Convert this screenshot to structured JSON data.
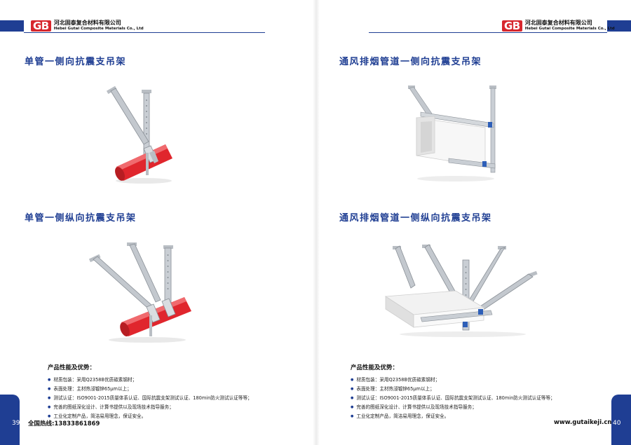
{
  "company": {
    "logo_text": "GB",
    "name_cn": "河北固泰复合材料有限公司",
    "name_en": "Hebei Gutai Composite Materials Co., Ltd"
  },
  "sections": {
    "single_lateral": "单管一侧向抗震支吊架",
    "duct_lateral": "通风排烟管道一侧向抗震支吊架",
    "single_longitudinal": "单管一侧纵向抗震支吊架",
    "duct_longitudinal": "通风排烟管道一侧纵向抗震支吊架"
  },
  "features": {
    "title": "产品性能及优势：",
    "items": [
      "材质包装：采用Q2358B优质碳素钢材；",
      "表面处理：主材热浸镀锌65μm以上；",
      "测试认证：ISO9001-2015质量体系认证、国际抗震支架测试认证、180min防火测试认证等等；",
      "完善的图纸深化设计、计算书提供以及现场技术指导服务；",
      "工业化定制产品，简洁易用理念，保证安全。"
    ]
  },
  "footer": {
    "page_left": "39",
    "page_right": "40",
    "hotline": "全国热线:13833861869",
    "website": "www.gutaikeji.cn"
  },
  "colors": {
    "brand_blue": "#1f3e93",
    "logo_red": "#d7262d",
    "pipe_red": "#e0262d"
  }
}
